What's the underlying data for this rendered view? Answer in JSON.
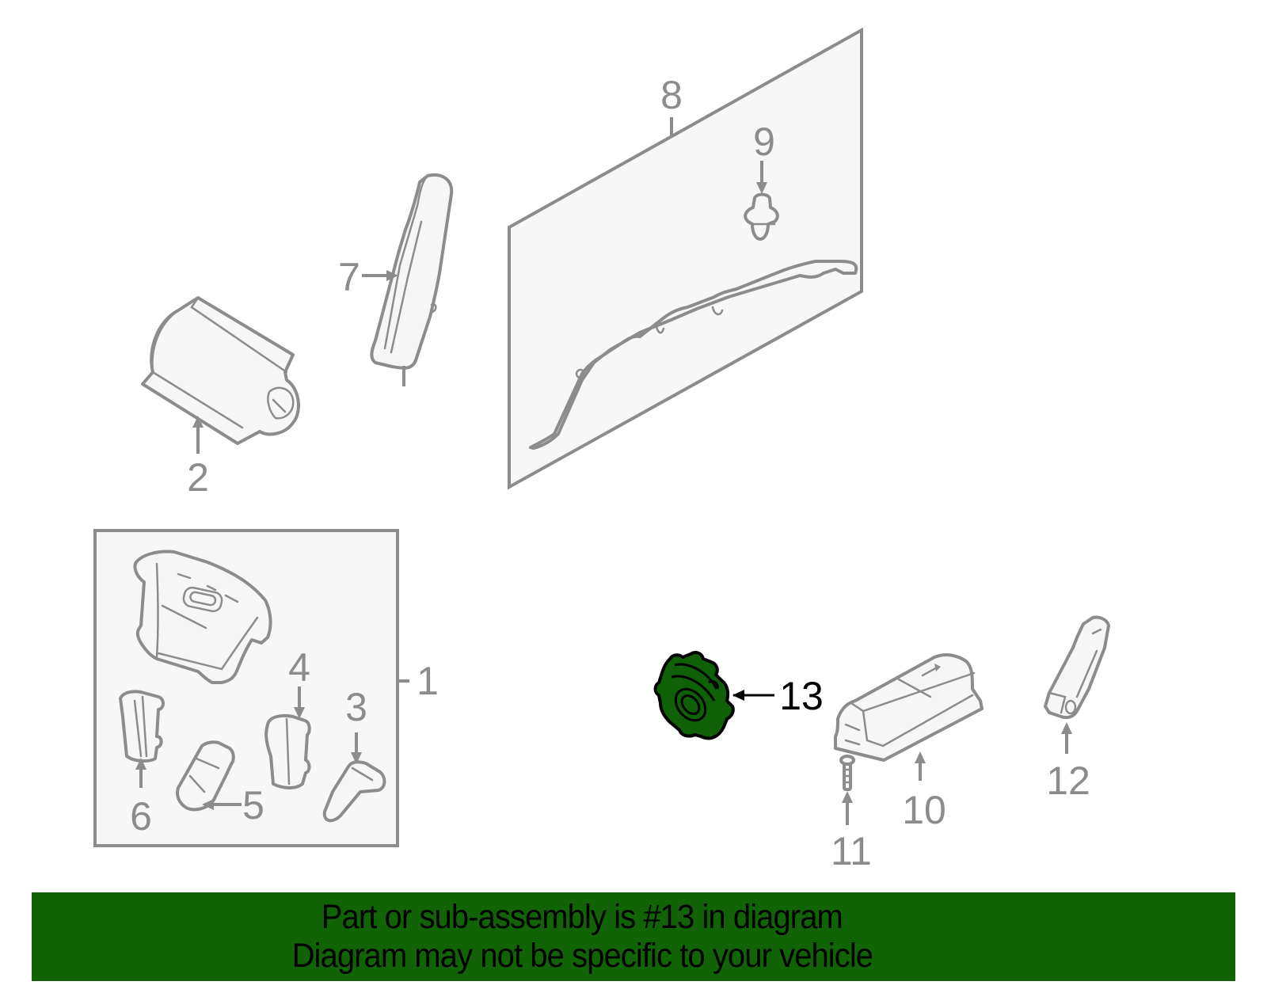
{
  "diagram": {
    "highlight_color": "#0f6006",
    "line_color": "#8c8c8c",
    "callouts": [
      {
        "id": "1",
        "label": "1"
      },
      {
        "id": "2",
        "label": "2"
      },
      {
        "id": "3",
        "label": "3"
      },
      {
        "id": "4",
        "label": "4"
      },
      {
        "id": "5",
        "label": "5"
      },
      {
        "id": "6",
        "label": "6"
      },
      {
        "id": "7",
        "label": "7"
      },
      {
        "id": "8",
        "label": "8"
      },
      {
        "id": "9",
        "label": "9"
      },
      {
        "id": "10",
        "label": "10"
      },
      {
        "id": "11",
        "label": "11"
      },
      {
        "id": "12",
        "label": "12"
      },
      {
        "id": "13",
        "label": "13",
        "highlighted": true
      }
    ]
  },
  "banner": {
    "background": "#126306",
    "line1": "Part or sub-assembly is #13 in diagram",
    "line2": "Diagram may not be specific to your vehicle"
  }
}
